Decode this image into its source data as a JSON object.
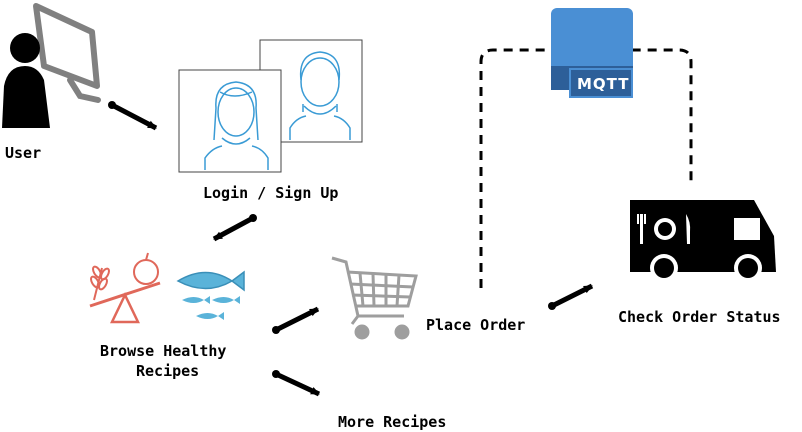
{
  "colors": {
    "ink": "#000000",
    "user_gray": "#808080",
    "profile_blue": "#3a9bd5",
    "scale_red": "#e0685a",
    "fish_blue": "#5ab3d9",
    "cart_gray": "#9e9e9e",
    "mqtt_blue": "#4a8fd4",
    "mqtt_dark": "#2d5f99"
  },
  "nodes": {
    "user": {
      "label": "User",
      "icon": "user-computer-icon"
    },
    "login": {
      "label": "Login / Sign Up",
      "icon": "profiles-icon"
    },
    "browse": {
      "label_line1": "Browse Healthy",
      "label_line2": "Recipes",
      "icon": "healthy-food-icon"
    },
    "more": {
      "label": "More Recipes"
    },
    "order": {
      "label": "Place Order",
      "icon": "shopping-cart-icon"
    },
    "status": {
      "label": "Check Order Status",
      "icon": "food-truck-icon"
    },
    "mqtt": {
      "label": "MQTT",
      "icon": "mqtt-broker-icon"
    }
  }
}
